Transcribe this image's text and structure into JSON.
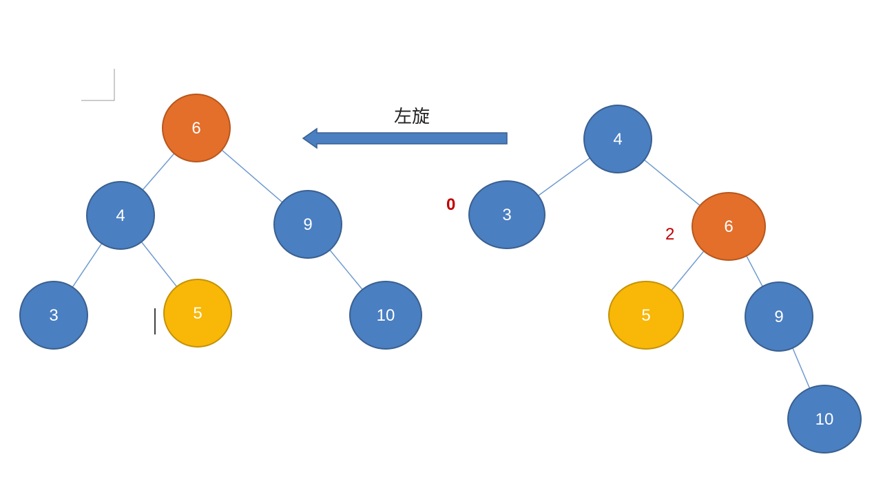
{
  "colors": {
    "blue": "#4a7fc1",
    "blue_stroke": "#3a5f8f",
    "orange": "#e36f2b",
    "orange_stroke": "#b7561d",
    "yellow": "#f9b707",
    "yellow_stroke": "#c49205",
    "edge": "#6f9bd0",
    "arrow": "#4a7fc1",
    "balance": "#c00000"
  },
  "arrow": {
    "label": "左旋",
    "direction": "left"
  },
  "left_tree": {
    "nodes": [
      {
        "id": "6",
        "label": "6",
        "color": "orange"
      },
      {
        "id": "4",
        "label": "4",
        "color": "blue"
      },
      {
        "id": "9",
        "label": "9",
        "color": "blue"
      },
      {
        "id": "3",
        "label": "3",
        "color": "blue"
      },
      {
        "id": "5",
        "label": "5",
        "color": "yellow"
      },
      {
        "id": "10",
        "label": "10",
        "color": "blue"
      }
    ],
    "edges": [
      [
        "6",
        "4"
      ],
      [
        "6",
        "9"
      ],
      [
        "4",
        "3"
      ],
      [
        "4",
        "5"
      ],
      [
        "9",
        "10"
      ]
    ]
  },
  "right_tree": {
    "nodes": [
      {
        "id": "4",
        "label": "4",
        "color": "blue"
      },
      {
        "id": "3",
        "label": "3",
        "color": "blue"
      },
      {
        "id": "6",
        "label": "6",
        "color": "orange"
      },
      {
        "id": "5",
        "label": "5",
        "color": "yellow"
      },
      {
        "id": "9",
        "label": "9",
        "color": "blue"
      },
      {
        "id": "10",
        "label": "10",
        "color": "blue"
      }
    ],
    "edges": [
      [
        "4",
        "3"
      ],
      [
        "4",
        "6"
      ],
      [
        "6",
        "5"
      ],
      [
        "6",
        "9"
      ],
      [
        "9",
        "10"
      ]
    ],
    "balance_labels": [
      {
        "node": "3",
        "text": "0"
      },
      {
        "node": "6",
        "text": "2"
      }
    ]
  }
}
